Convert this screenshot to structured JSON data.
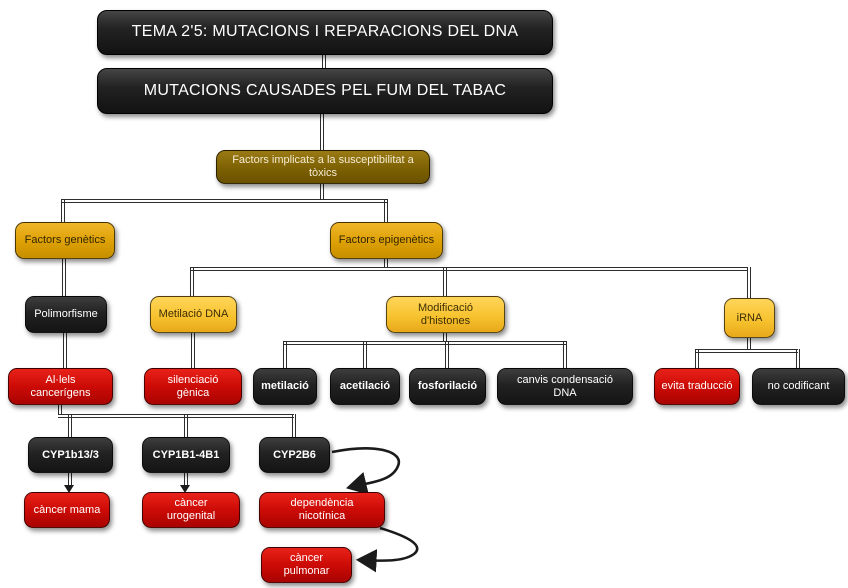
{
  "diagram_title": "TEMA 2'5: MUTACIONS I REPARACIONS DEL DNA",
  "colors": {
    "background": "#ffffff",
    "black_node": "#1d1d1d",
    "gold_node": "#7c6002",
    "amber_node": "#dda004",
    "yellow_node": "#f7c32f",
    "red_node": "#cc0b06",
    "connector": "#2d2d2d",
    "text_light": "#ffffff",
    "text_dark": "#3d2d04"
  },
  "nodes": {
    "tema": {
      "label": "TEMA 2'5: MUTACIONS I REPARACIONS DEL DNA"
    },
    "mutacions_tabac": {
      "label": "MUTACIONS CAUSADES PEL FUM DEL TABAC"
    },
    "factors_toxics": {
      "label": "Factors implicats a la susceptibilitat a tòxics"
    },
    "factors_genetics": {
      "label": "Factors genètics"
    },
    "factors_epigenetics": {
      "label": "Factors epigenètics"
    },
    "polimorfisme": {
      "label": "Polimorfisme"
    },
    "metilacio_dna": {
      "label": "Metilació DNA"
    },
    "modificacio_histones": {
      "label": "Modificació d'histones"
    },
    "irna": {
      "label": "iRNA"
    },
    "allels_cancerigens": {
      "label": "Al·lels cancerígens"
    },
    "silenciacio_genica": {
      "label": "silenciació gènica"
    },
    "metilacio": {
      "label": "metilació"
    },
    "acetilacio": {
      "label": "acetilació"
    },
    "fosforilacio": {
      "label": "fosforilació"
    },
    "canvis_condensacio": {
      "label": "canvis condensació DNA"
    },
    "evita_traduccio": {
      "label": "evita traducció"
    },
    "no_codificant": {
      "label": "no codificant"
    },
    "cyp1b13": {
      "label": "CYP1b13/3"
    },
    "cyp1b1_4b1": {
      "label": "CYP1B1-4B1"
    },
    "cyp2b6": {
      "label": "CYP2B6"
    },
    "cancer_mama": {
      "label": "càncer mama"
    },
    "cancer_urogenital": {
      "label": "càncer urogenital"
    },
    "dependencia_nicotinica": {
      "label": "dependència nicotínica"
    },
    "cancer_pulmonar": {
      "label": "càncer pulmonar"
    }
  }
}
